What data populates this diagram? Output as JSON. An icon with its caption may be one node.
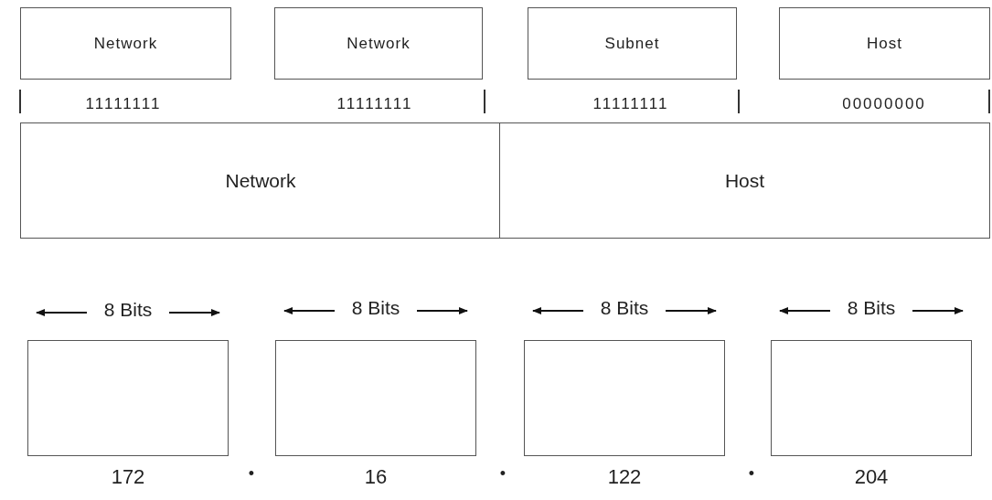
{
  "diagram": {
    "nodes": [
      {
        "text": [
          "Network"
        ]
      },
      {
        "text": [
          "Network"
        ]
      },
      {
        "text": [
          "Subnet"
        ]
      },
      {
        "text": [
          "Host"
        ]
      },
      {
        "text": [
          "Network"
        ]
      },
      {
        "text": [
          "Host"
        ]
      },
      {
        "text": [],
        "shape": "box",
        "beside": [
          "172"
        ]
      },
      {
        "text": [],
        "shape": "box",
        "beside": [
          "16"
        ]
      },
      {
        "text": [],
        "shape": "box",
        "beside": [
          "122"
        ]
      },
      {
        "text": [],
        "shape": "box",
        "beside": [
          "204"
        ]
      }
    ],
    "edges": [],
    "labels": [
      "11111111",
      "11111111",
      "11111111",
      "00000000",
      "8 Bits",
      "8 Bits",
      "8 Bits",
      "8 Bits",
      "•",
      "•",
      "•"
    ]
  }
}
